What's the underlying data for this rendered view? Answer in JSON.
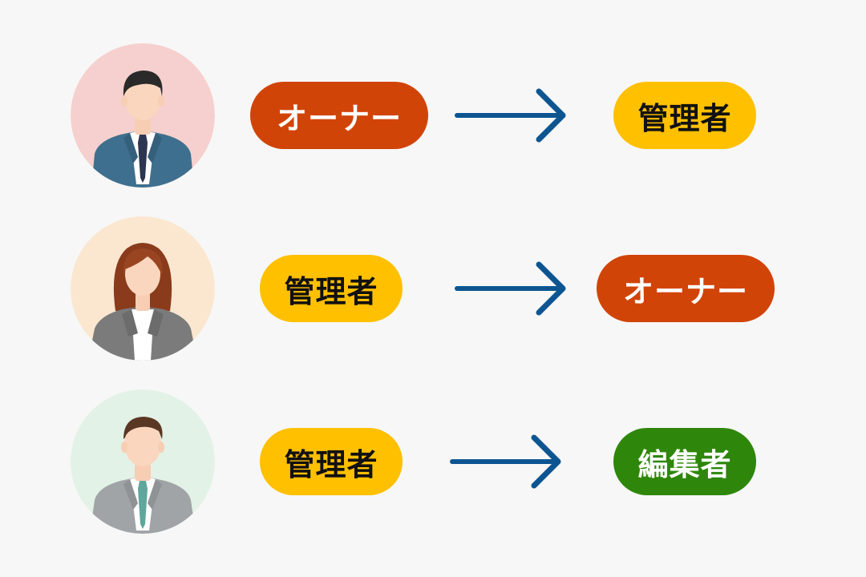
{
  "colors": {
    "background": "#f7f7f7",
    "owner": "#d14408",
    "admin": "#ffc000",
    "editor": "#2e870a",
    "arrow": "#0d5591"
  },
  "rows": [
    {
      "person": "man-in-suit-icon",
      "from": "オーナー",
      "to": "管理者"
    },
    {
      "person": "woman-in-suit-icon",
      "from": "管理者",
      "to": "オーナー"
    },
    {
      "person": "man-in-gray-suit-icon",
      "from": "管理者",
      "to": "編集者"
    }
  ]
}
